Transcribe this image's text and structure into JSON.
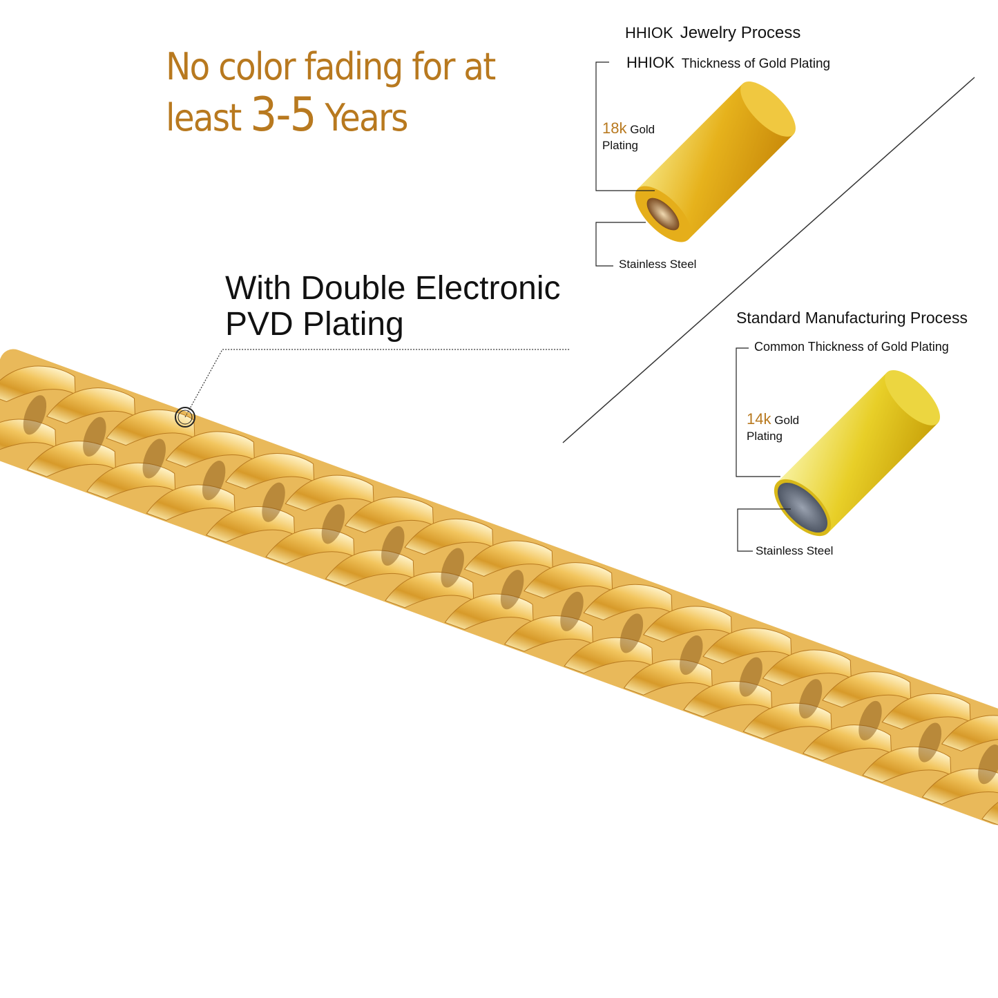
{
  "headline": {
    "line1": "No color fading for at",
    "line2_prefix": "least ",
    "line2_number": "3-5",
    "line2_suffix": " Years"
  },
  "callout": {
    "line1": "With Double Electronic",
    "line2": "PVD Plating"
  },
  "hhiok": {
    "brand": "HHIOK",
    "title": "Jewelry Process",
    "subtitle": "Thickness of Gold Plating",
    "gold_karat": "18k",
    "gold_label_1": "Gold",
    "gold_label_2": "Plating",
    "core_label": "Stainless Steel"
  },
  "standard": {
    "title": "Standard Manufacturing Process",
    "subtitle": "Common Thickness of Gold Plating",
    "gold_karat": "14k",
    "gold_label_1": "Gold",
    "gold_label_2": "Plating",
    "core_label": "Stainless Steel"
  },
  "colors": {
    "accent": "#b8791f",
    "gold": "#e8b830",
    "steel": "#6e7683"
  }
}
